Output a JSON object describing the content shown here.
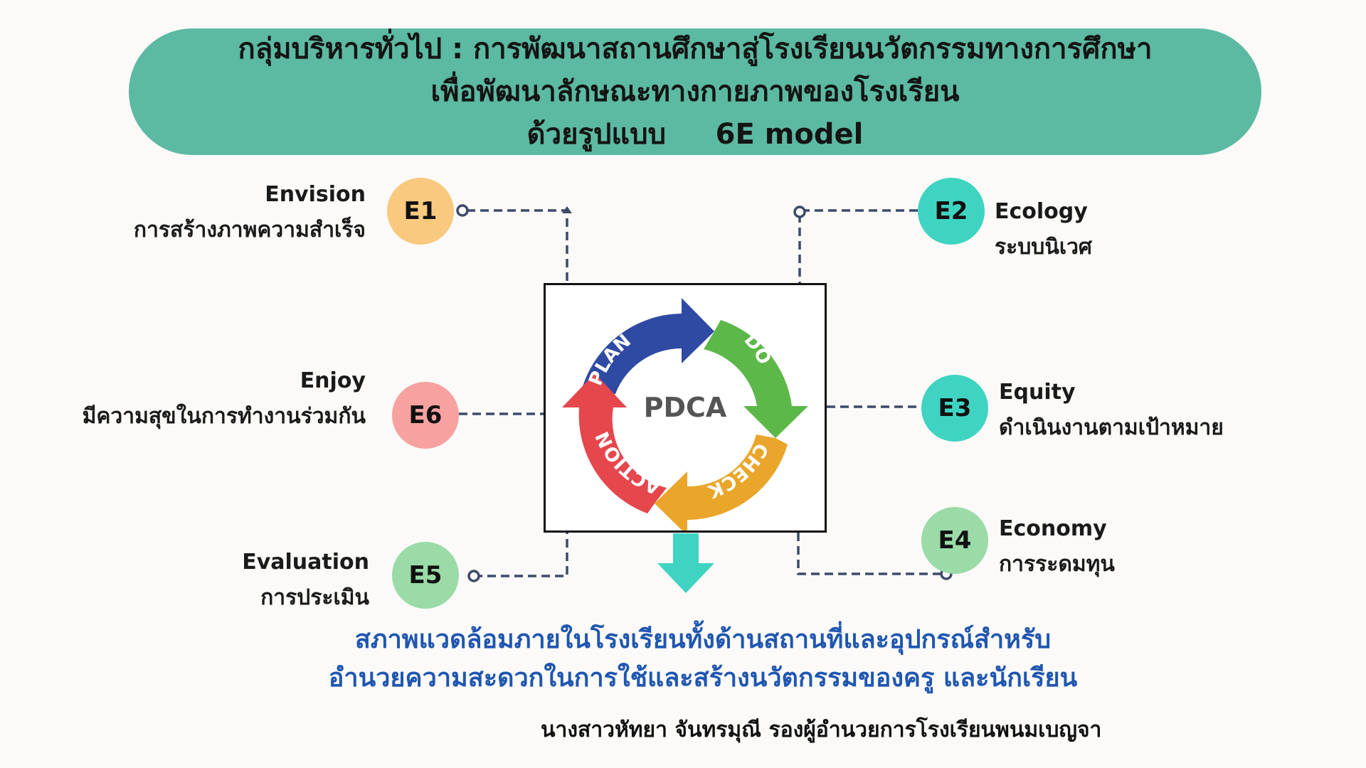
{
  "header": {
    "line1": "กลุ่มบริหารทั่วไป : การพัฒนาสถานศึกษาสู่โรงเรียนนวัตกรรมทางการศึกษา",
    "line2": "เพื่อพัฒนาลักษณะทางกายภาพของโรงเรียน",
    "line3": "ด้วยรูปแบบ     6E model"
  },
  "elements": {
    "e1": {
      "code": "E1",
      "title": "Envision",
      "subtitle": "การสร้างภาพความสำเร็จ",
      "color": "#f9c97f"
    },
    "e2": {
      "code": "E2",
      "title": "Ecology",
      "subtitle": "ระบบนิเวศ",
      "color": "#3fd4c2"
    },
    "e3": {
      "code": "E3",
      "title": "Equity",
      "subtitle": "ดำเนินงานตามเป้าหมาย",
      "color": "#3fd4c2"
    },
    "e4": {
      "code": "E4",
      "title": "Economy",
      "subtitle": "การระดมทุน",
      "color": "#9adba8"
    },
    "e5": {
      "code": "E5",
      "title": "Evaluation",
      "subtitle": "การประเมิน",
      "color": "#9adba8"
    },
    "e6": {
      "code": "E6",
      "title": "Enjoy",
      "subtitle": "มีความสุขในการทำงานร่วมกัน",
      "color": "#f7a1a1"
    }
  },
  "pdca": {
    "center": "PDCA",
    "plan": "PLAN",
    "do": "DO",
    "check": "CHECK",
    "action": "ACTION",
    "colors": {
      "plan": "#2f4aa3",
      "do": "#5cb848",
      "check": "#eaa62a",
      "action": "#e5474d",
      "arrow": "#3fd4c2",
      "connector": "#3d4a6b"
    }
  },
  "bottom": {
    "line1": "สภาพแวดล้อมภายในโรงเรียนทั้งด้านสถานที่และอุปกรณ์สำหรับ",
    "line2": "อำนวยความสะดวกในการใช้และสร้างนวัตกรรมของครู และนักเรียน"
  },
  "signature": "นางสาวหัทยา จันทรมุณี  รองผู้อำนวยการโรงเรียนพนมเบญจา"
}
